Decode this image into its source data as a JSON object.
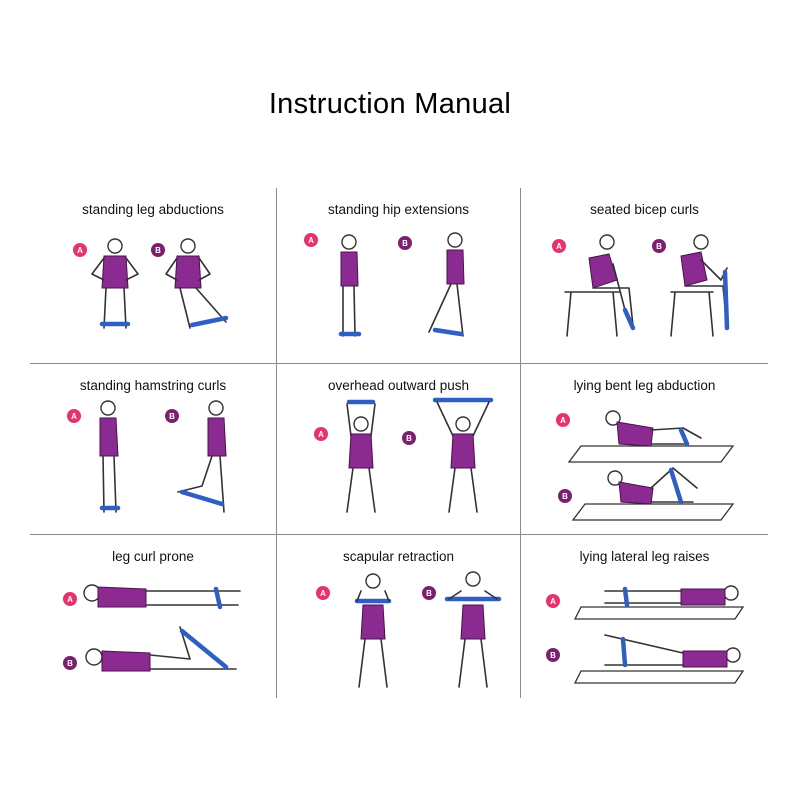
{
  "title": "Instruction Manual",
  "badges": {
    "a": "A",
    "b": "B"
  },
  "exercises": [
    "standing leg abductions",
    "standing hip extensions",
    "seated bicep curls",
    "standing hamstring curls",
    "overhead outward push",
    "lying bent leg abduction",
    "leg curl prone",
    "scapular retraction",
    "lying lateral leg raises"
  ],
  "colors": {
    "shirt": "#8b2a91",
    "band": "#2f5fc4",
    "badge_a": "#e8326b",
    "badge_b": "#7b1f6e"
  }
}
